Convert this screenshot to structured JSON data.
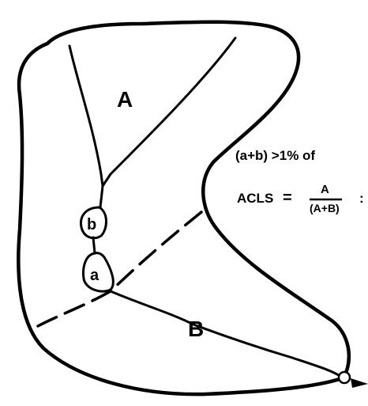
{
  "diagram": {
    "region_labels": {
      "upper": "A",
      "lower": "B",
      "small_upper": "b",
      "small_lower": "a"
    },
    "criterion_text": "(a+b) >1% of",
    "formula": {
      "lhs": "ACLS",
      "equals": "=",
      "numerator": "A",
      "denominator": "(A+B)",
      "trailing": ":"
    }
  }
}
